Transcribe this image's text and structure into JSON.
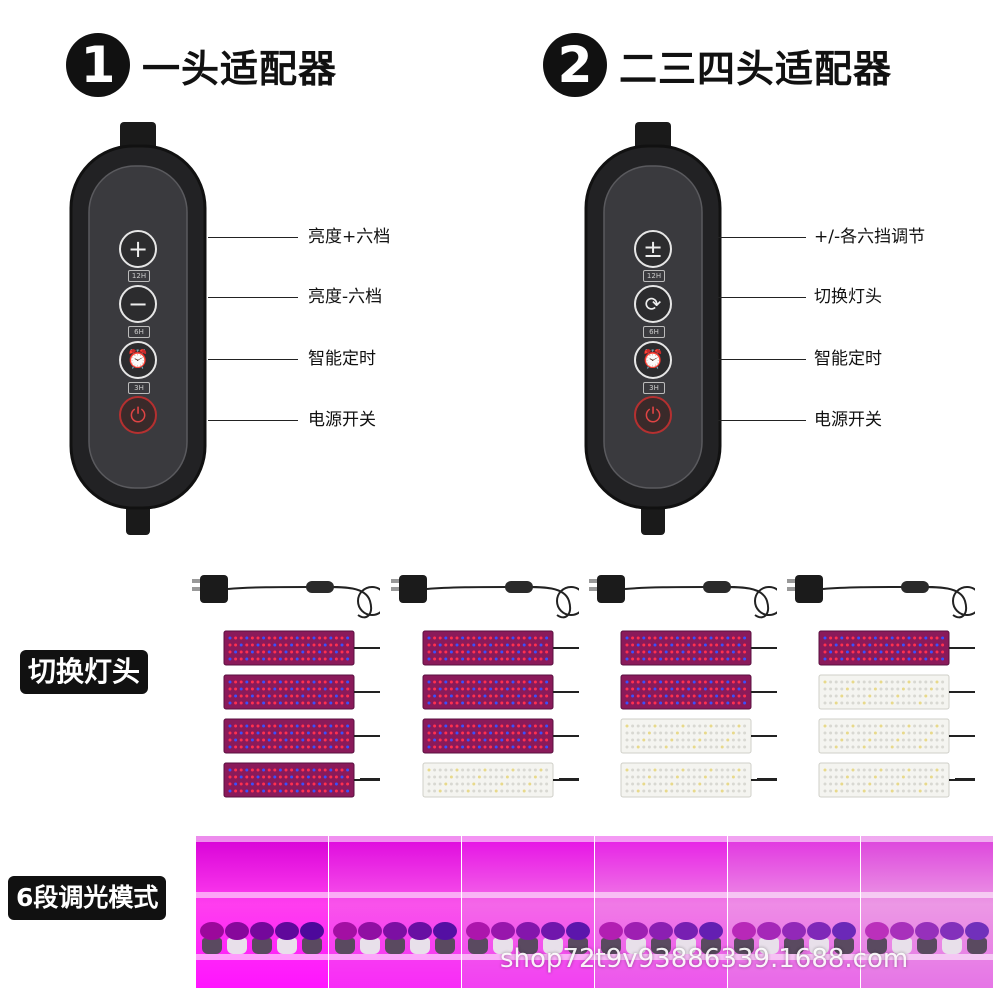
{
  "section1": {
    "number": "1",
    "title": "一头适配器"
  },
  "section2": {
    "number": "2",
    "title": "二三四头适配器"
  },
  "controller1": {
    "buttons": {
      "plus": "+",
      "minus": "−",
      "timer": "⏰",
      "power": "⏻"
    },
    "tags": [
      "12H",
      "6H",
      "3H"
    ],
    "labels": [
      "亮度+六档",
      "亮度-六档",
      "智能定时",
      "电源开关"
    ]
  },
  "controller2": {
    "buttons": {
      "plusminus": "±",
      "switch": "⟳",
      "timer": "⏰",
      "power": "⏻"
    },
    "tags": [
      "12H",
      "6H",
      "3H"
    ],
    "labels": [
      "+/-各六挡调节",
      "切换灯头",
      "智能定时",
      "电源开关"
    ]
  },
  "switch_section": {
    "label": "切换灯头"
  },
  "kits": [
    {
      "panels": [
        "red-blue",
        "red-blue",
        "red-blue",
        "red-blue"
      ]
    },
    {
      "panels": [
        "red-blue",
        "red-blue",
        "red-blue",
        "white"
      ]
    },
    {
      "panels": [
        "red-blue",
        "red-blue",
        "white",
        "white"
      ]
    },
    {
      "panels": [
        "red-blue",
        "white",
        "white",
        "white"
      ]
    }
  ],
  "dimming_section": {
    "label": "6段调光模式"
  },
  "dimming_levels": [
    1.0,
    0.85,
    0.7,
    0.55,
    0.42,
    0.3
  ],
  "watermark": "shop72t9v93886339.1688.com",
  "colors": {
    "controller_body": "#2a2a2c",
    "power_red": "#e04444",
    "red_blue_panel": "#8a1a5a",
    "white_panel": "#f4f4f0",
    "grow_light": "#d050d8"
  }
}
